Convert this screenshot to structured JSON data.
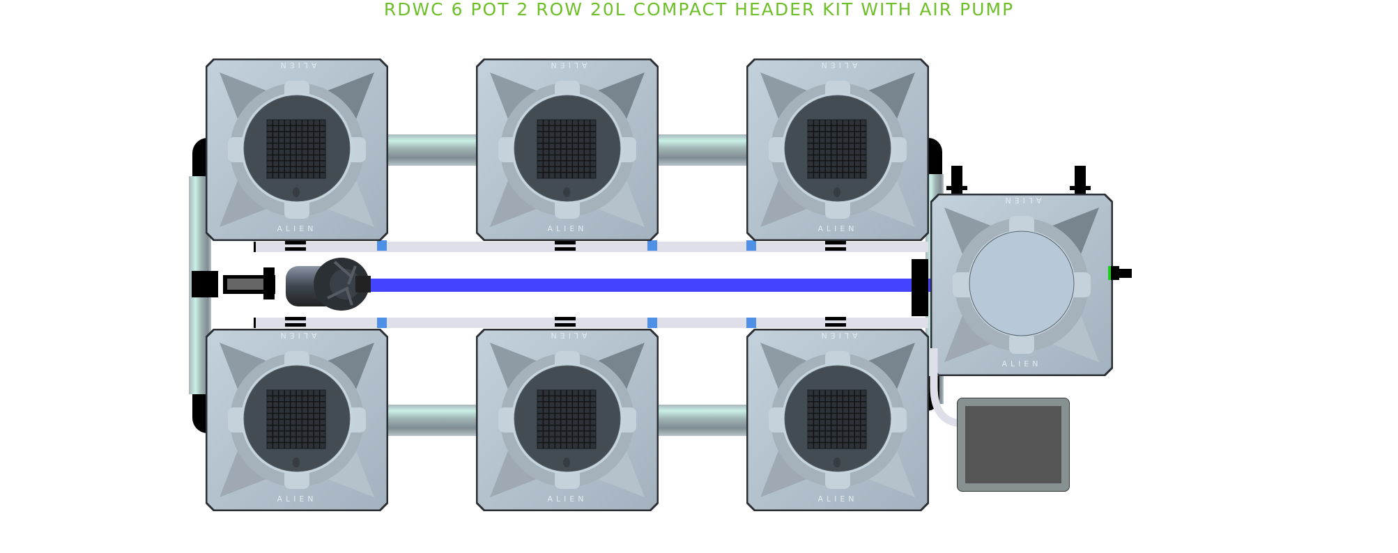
{
  "title": "RDWC 6 POT 2 ROW 20L COMPACT HEADER KIT WITH AIR PUMP",
  "pot_brand": "ALIEN",
  "colors": {
    "title": "#6cbf26",
    "pot_body": "#b4c4d0",
    "pot_lid": "#434b53",
    "header_lid": "#b7c9d8",
    "return_line": "#4444ff",
    "air_tube": "#dfdfea",
    "fitting": "#4e90e6",
    "air_pump_frame": "#879192",
    "air_pump_face": "#555555"
  },
  "components": {
    "grow_pots": 6,
    "rows": 2,
    "pot_volume": "20L",
    "header_tank": 1,
    "air_pump": 1,
    "water_pump": 1
  }
}
